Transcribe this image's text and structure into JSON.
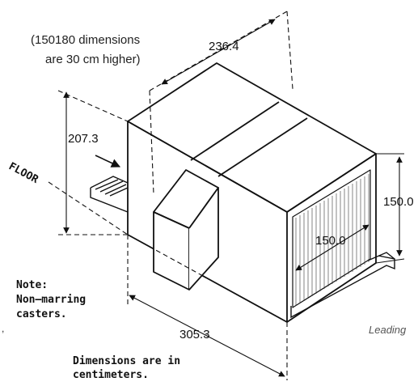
{
  "notes": {
    "height_note_line1": "(150180 dimensions",
    "height_note_line2": "are 30 cm higher)",
    "casters_line1": "Note:",
    "casters_line2": "Non—marring",
    "casters_line3": "casters.",
    "units_line1": "Dimensions are in",
    "units_line2": "centimeters."
  },
  "labels": {
    "floor": "FLOOR",
    "leading": "Leading",
    "comma": ","
  },
  "dimensions": {
    "depth": "236.4",
    "height": "207.3",
    "length": "305.3",
    "tunnel_height": "150.0",
    "tunnel_width": "150.0"
  },
  "colors": {
    "line": "#111111",
    "text": "#222222",
    "leading_text": "#555555"
  }
}
